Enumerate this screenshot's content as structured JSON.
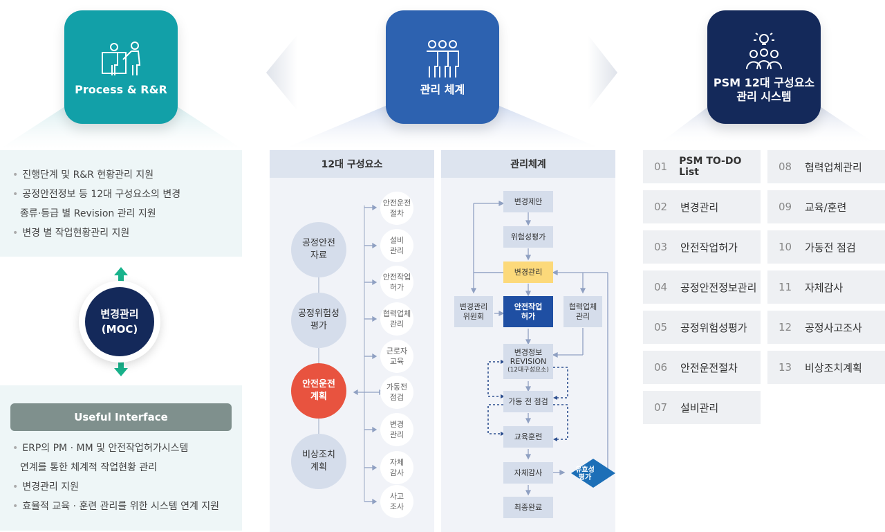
{
  "tiles": {
    "left": {
      "title": "Process & R&R",
      "icon": "presentation-people-icon",
      "color": "#12a0a8"
    },
    "center": {
      "title": "관리 체계",
      "icon": "team-icon",
      "color": "#2d62b0"
    },
    "right": {
      "title": "PSM 12대 구성요소\n관리 시스템",
      "icon": "idea-team-icon",
      "color": "#14295a"
    }
  },
  "left_panel": {
    "bullets": [
      "진행단계 및 R&R 현황관리 지원",
      "공정안전정보 등 12대 구성요소의 변경",
      "종류·등급 별 Revision 관리 지원",
      "변경 별 작업현황관리 지원"
    ],
    "moc_title": "변경관리",
    "moc_sub": "(MOC)",
    "useful_label": "Useful Interface",
    "bullets2": [
      "ERP의 PM · MM 및 안전작업허가시스템",
      "연계를 통한 체계적 작업현황 관리",
      "변경관리 지원",
      "효율적 교육 · 훈련 관리를 위한 시스템 연계 지원"
    ]
  },
  "components": {
    "header": "12대 구성요소",
    "big": [
      "공정안전\n자료",
      "공정위험성\n평가",
      "안전운전\n계획",
      "비상조치\n계획"
    ],
    "small": [
      "안전운전\n절차",
      "설비\n관리",
      "안전작업\n허가",
      "협력업체\n관리",
      "근로자\n교육",
      "가동전\n점검",
      "변경\n관리",
      "자체\n감사",
      "사고\n조사"
    ],
    "highlight_color": "#e8533f"
  },
  "mgmt": {
    "header": "관리체계",
    "steps": {
      "proposal": "변경제안",
      "risk": "위험성평가",
      "change": "변경관리",
      "committee": "변경관리\n위원회",
      "permit": "안전작업\n허가",
      "partner": "협력업체\n관리",
      "revision": "변경정보\nREVISION",
      "revision_sub": "(12대구성요소)",
      "prestart": "가동 전 점검",
      "training": "교육훈련",
      "audit": "자체감사",
      "done": "최종완료",
      "validity": "유효성\n평가"
    }
  },
  "list": {
    "items": [
      {
        "num": "01",
        "label": "PSM TO-DO List"
      },
      {
        "num": "02",
        "label": "변경관리"
      },
      {
        "num": "03",
        "label": "안전작업허가"
      },
      {
        "num": "04",
        "label": "공정안전정보관리"
      },
      {
        "num": "05",
        "label": "공정위험성평가"
      },
      {
        "num": "06",
        "label": "안전운전절차"
      },
      {
        "num": "07",
        "label": "설비관리"
      },
      {
        "num": "08",
        "label": "협력업체관리"
      },
      {
        "num": "09",
        "label": "교육/훈련"
      },
      {
        "num": "10",
        "label": "가동전 점검"
      },
      {
        "num": "11",
        "label": "자체감사"
      },
      {
        "num": "12",
        "label": "공정사고조사"
      },
      {
        "num": "13",
        "label": "비상조치계획"
      }
    ]
  }
}
